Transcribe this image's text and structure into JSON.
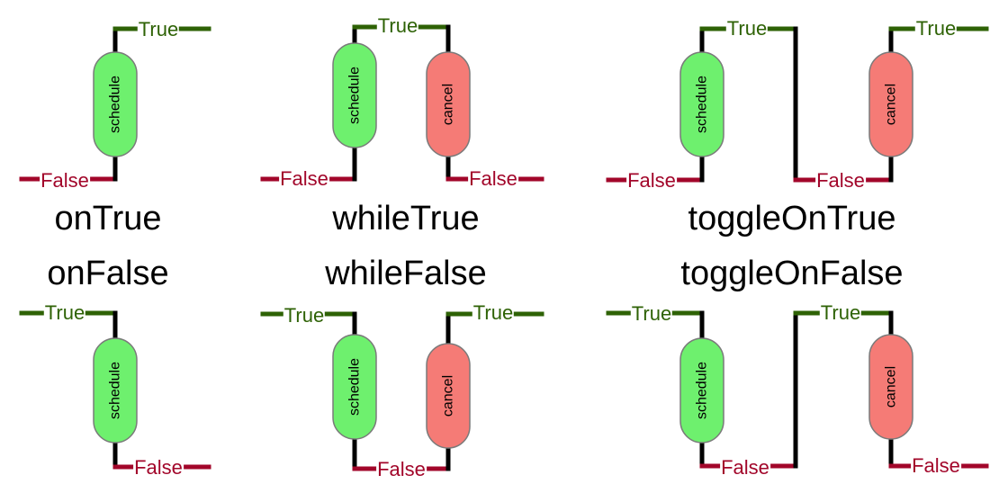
{
  "titles": {
    "on_true": "onTrue",
    "on_false": "onFalse",
    "while_true": "whileTrue",
    "while_false": "whileFalse",
    "toggle_on_true": "toggleOnTrue",
    "toggle_on_false": "toggleOnFalse"
  },
  "labels": {
    "true": "True",
    "false": "False"
  },
  "commands": {
    "schedule": "schedule",
    "cancel": "cancel"
  },
  "colors": {
    "true": "#2e6205",
    "false": "#a2062a",
    "schedule_fill": "#6ef06e",
    "cancel_fill": "#f57b76",
    "outline": "#7a7a7a",
    "wire": "#000000"
  }
}
